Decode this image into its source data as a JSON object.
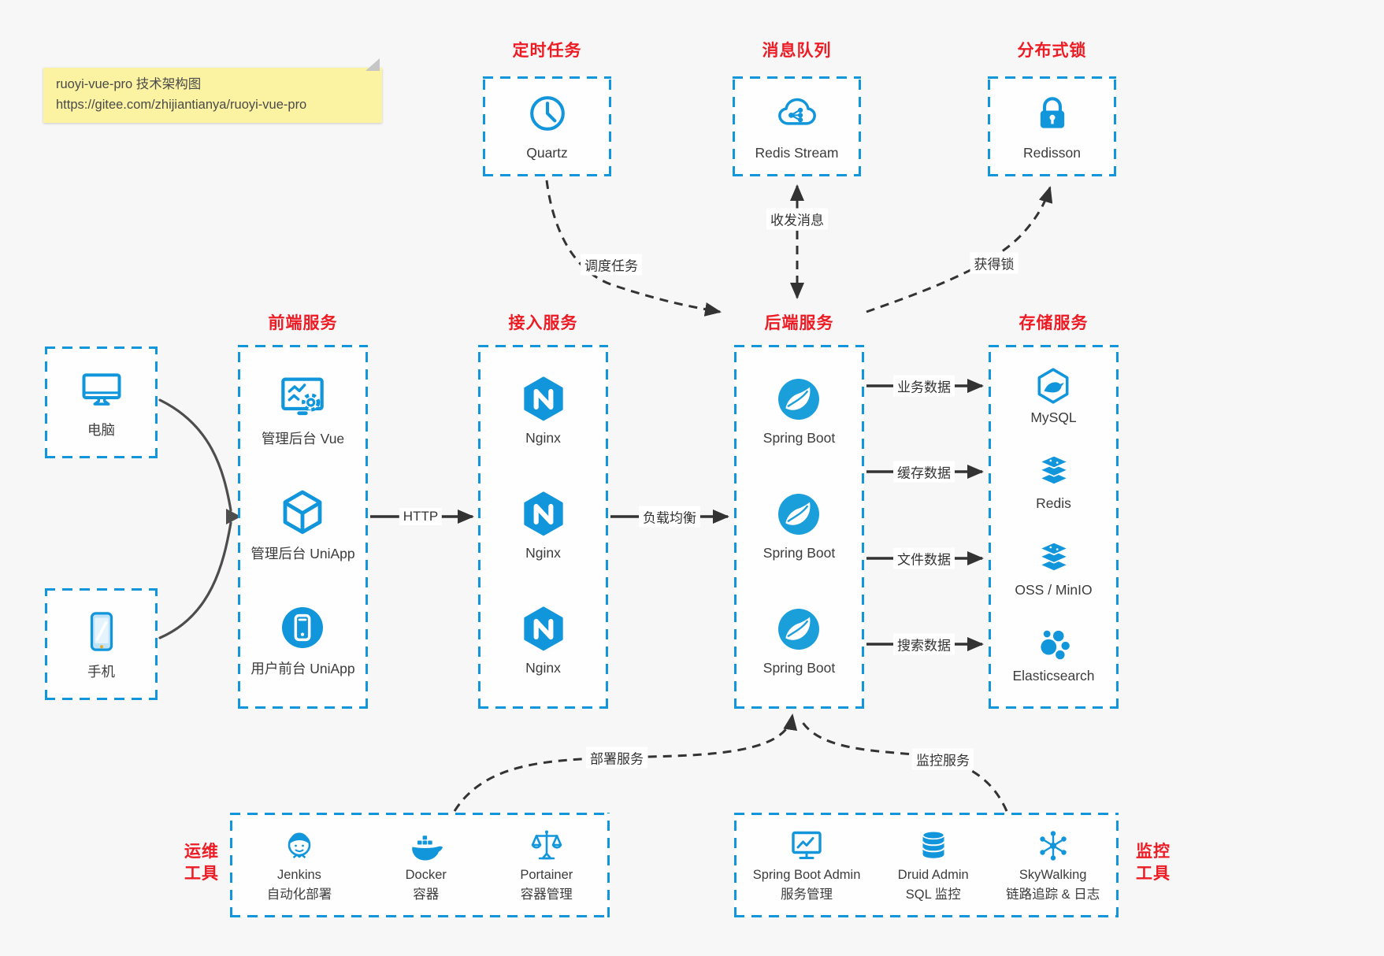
{
  "note": {
    "line1": "ruoyi-vue-pro 技术架构图",
    "line2": "https://gitee.com/zhijiantianya/ruoyi-vue-pro"
  },
  "colors": {
    "accent_blue": "#1296db",
    "title_red": "#ed1b23",
    "arrow_dark": "#333333",
    "client_arrow_gray": "#4d4d4d",
    "note_yellow": "#fbf2a2",
    "background": "#f7f7f8"
  },
  "top_groups": [
    {
      "title": "定时任务",
      "icon": "clock-icon",
      "label": "Quartz"
    },
    {
      "title": "消息队列",
      "icon": "cloud-stream-icon",
      "label": "Redis Stream"
    },
    {
      "title": "分布式锁",
      "icon": "lock-icon",
      "label": "Redisson"
    }
  ],
  "clients": [
    {
      "icon": "desktop-icon",
      "label": "电脑"
    },
    {
      "icon": "smartphone-icon",
      "label": "手机"
    }
  ],
  "frontend": {
    "title": "前端服务",
    "items": [
      {
        "icon": "admin-vue-icon",
        "label": "管理后台 Vue"
      },
      {
        "icon": "uniapp-cube-icon",
        "label": "管理后台 UniApp"
      },
      {
        "icon": "user-app-icon",
        "label": "用户前台 UniApp"
      }
    ]
  },
  "gateway": {
    "title": "接入服务",
    "items": [
      {
        "icon": "nginx-icon",
        "label": "Nginx"
      },
      {
        "icon": "nginx-icon",
        "label": "Nginx"
      },
      {
        "icon": "nginx-icon",
        "label": "Nginx"
      }
    ]
  },
  "backend": {
    "title": "后端服务",
    "items": [
      {
        "icon": "spring-boot-icon",
        "label": "Spring Boot"
      },
      {
        "icon": "spring-boot-icon",
        "label": "Spring Boot"
      },
      {
        "icon": "spring-boot-icon",
        "label": "Spring Boot"
      }
    ]
  },
  "storage": {
    "title": "存储服务",
    "items": [
      {
        "icon": "mysql-icon",
        "label": "MySQL"
      },
      {
        "icon": "redis-stack-icon",
        "label": "Redis"
      },
      {
        "icon": "oss-stack-icon",
        "label": "OSS / MinIO"
      },
      {
        "icon": "elasticsearch-icon",
        "label": "Elasticsearch"
      }
    ]
  },
  "ops": {
    "title_line1": "运维",
    "title_line2": "工具",
    "items": [
      {
        "icon": "jenkins-icon",
        "label": "Jenkins",
        "sublabel": "自动化部署"
      },
      {
        "icon": "docker-icon",
        "label": "Docker",
        "sublabel": "容器"
      },
      {
        "icon": "portainer-icon",
        "label": "Portainer",
        "sublabel": "容器管理"
      }
    ]
  },
  "monitor": {
    "title_line1": "监控",
    "title_line2": "工具",
    "items": [
      {
        "icon": "spring-boot-admin-icon",
        "label": "Spring Boot Admin",
        "sublabel": "服务管理"
      },
      {
        "icon": "druid-icon",
        "label": "Druid Admin",
        "sublabel": "SQL 监控"
      },
      {
        "icon": "skywalking-icon",
        "label": "SkyWalking",
        "sublabel": "链路追踪 & 日志"
      }
    ]
  },
  "edges": {
    "http": "HTTP",
    "load_balance": "负载均衡",
    "schedule": "调度任务",
    "messaging": "收发消息",
    "lock": "获得锁",
    "business_data": "业务数据",
    "cache_data": "缓存数据",
    "file_data": "文件数据",
    "search_data": "搜索数据",
    "deploy": "部署服务",
    "monitoring": "监控服务"
  }
}
